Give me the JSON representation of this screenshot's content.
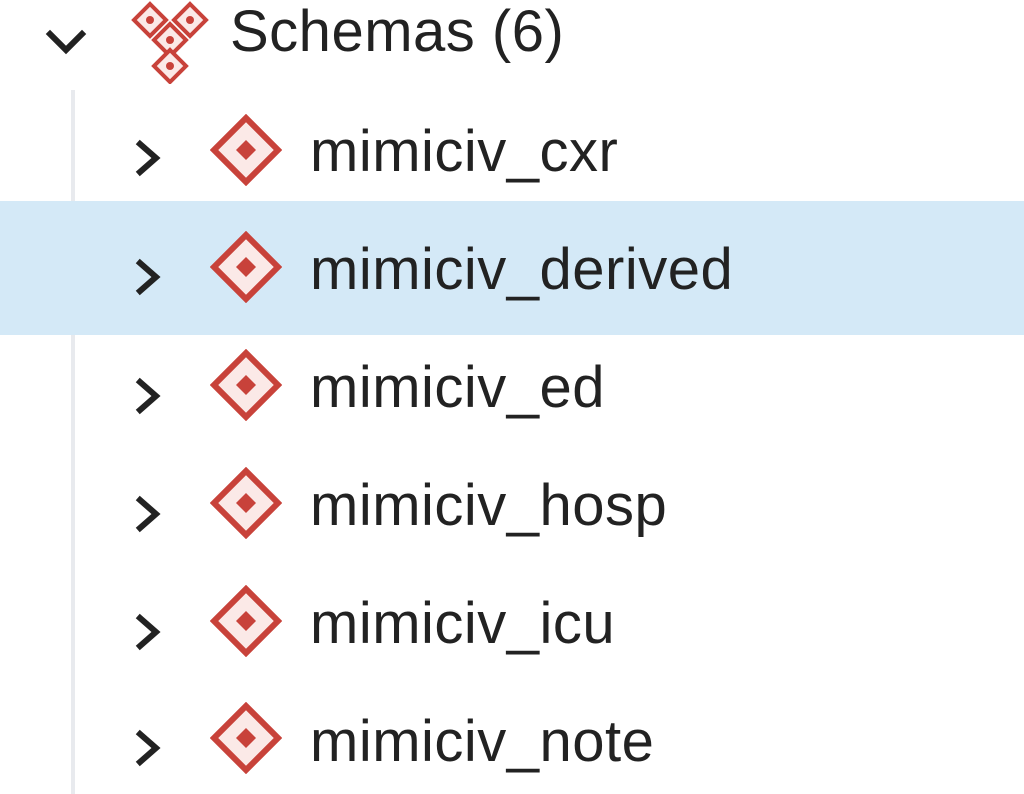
{
  "tree": {
    "parent": {
      "label": "Schemas (6)",
      "icon": "schemas-icon",
      "expanded": true
    },
    "children": [
      {
        "label": "mimiciv_cxr",
        "icon": "schema-icon",
        "selected": false
      },
      {
        "label": "mimiciv_derived",
        "icon": "schema-icon",
        "selected": true
      },
      {
        "label": "mimiciv_ed",
        "icon": "schema-icon",
        "selected": false
      },
      {
        "label": "mimiciv_hosp",
        "icon": "schema-icon",
        "selected": false
      },
      {
        "label": "mimiciv_icu",
        "icon": "schema-icon",
        "selected": false
      },
      {
        "label": "mimiciv_note",
        "icon": "schema-icon",
        "selected": false
      }
    ]
  },
  "colors": {
    "icon_red": "#c8423a",
    "icon_fill": "#fbe9e7",
    "selection": "#d4e9f7",
    "text": "#222222",
    "chevron": "#222222"
  }
}
